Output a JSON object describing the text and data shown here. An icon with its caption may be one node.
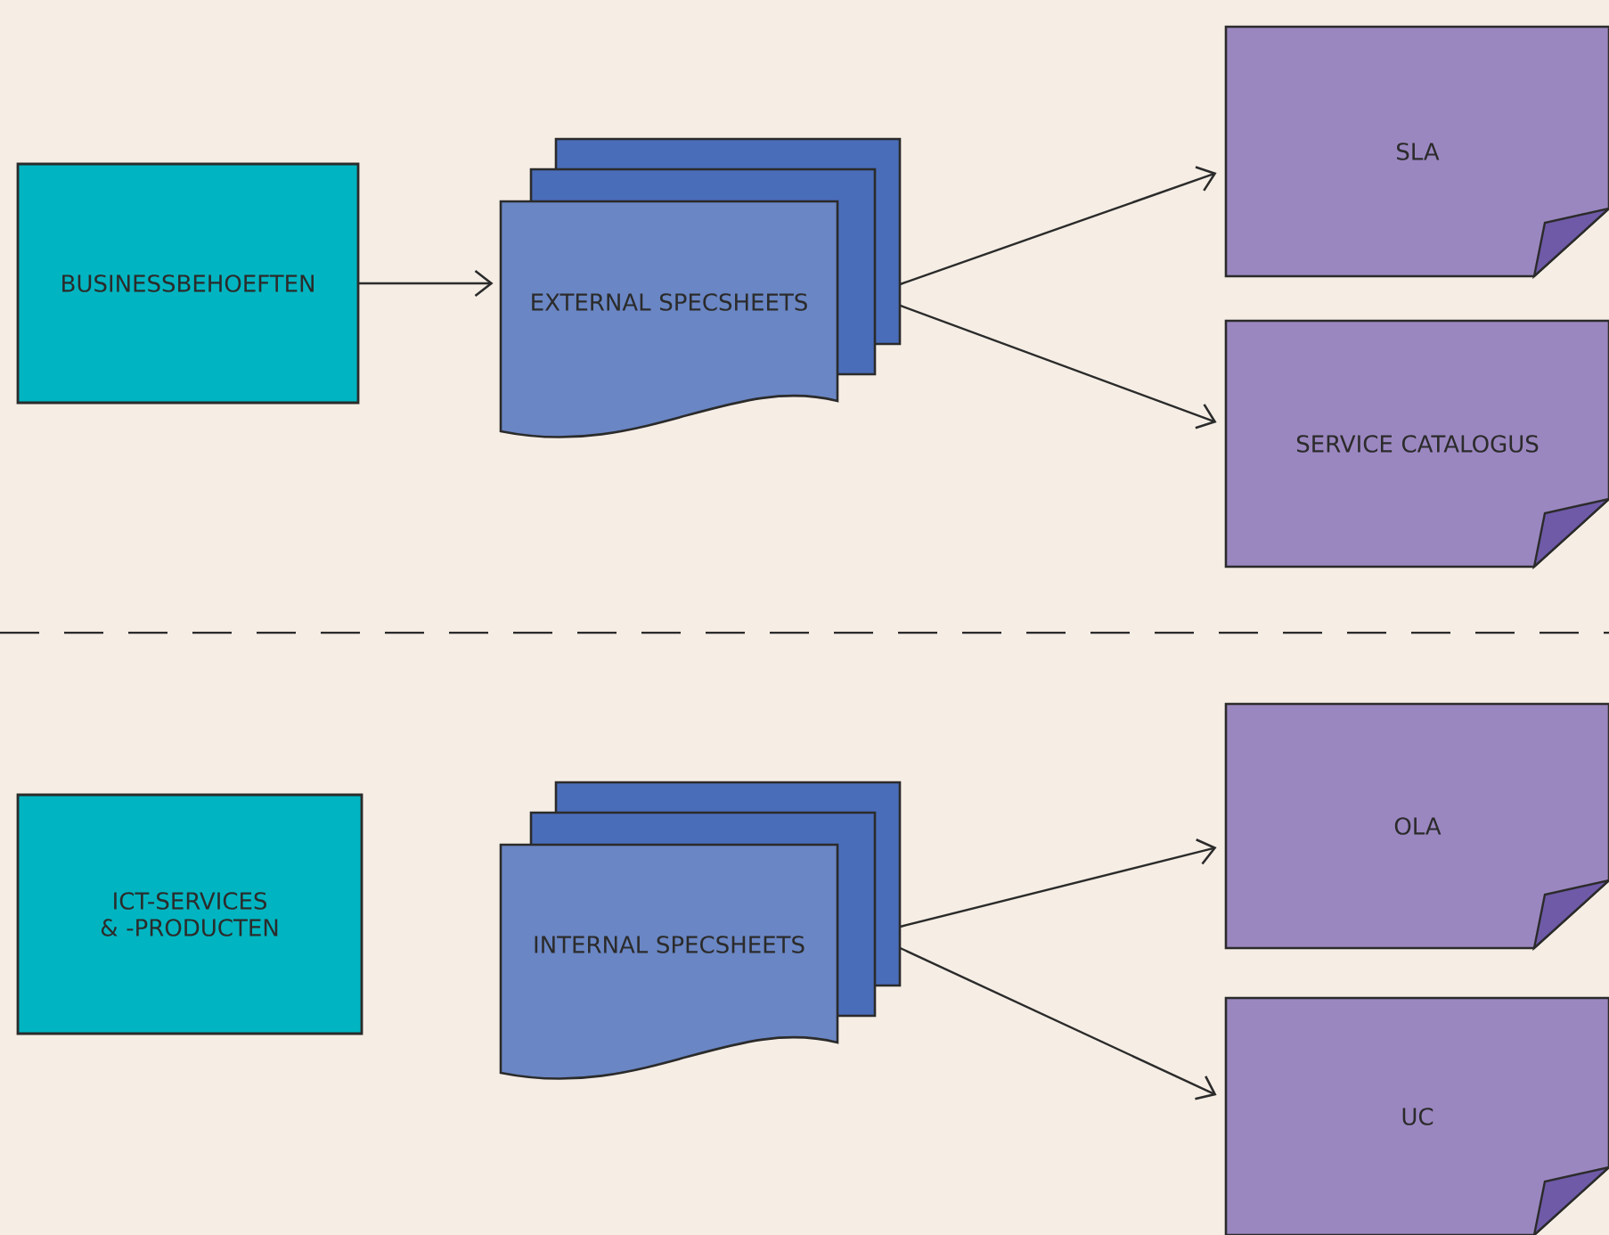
{
  "diagram": {
    "nodes": [
      {
        "text": [
          "BUSINESSBEHOEFTEN"
        ]
      },
      {
        "text": [
          "EXTERNAL SPECSHEETS"
        ]
      },
      {
        "text": [
          "SLA"
        ]
      },
      {
        "text": [
          "SERVICE CATALOGUS"
        ]
      },
      {
        "text": [
          "ICT-SERVICES & -PRODUCTEN"
        ]
      },
      {
        "text": [
          "INTERNAL SPECSHEETS"
        ]
      },
      {
        "text": [
          "OLA"
        ]
      },
      {
        "text": [
          "UC"
        ]
      }
    ],
    "edges": [
      {
        "from": 0,
        "to": 1,
        "arrow": "to"
      },
      {
        "from": 1,
        "to": 2,
        "arrow": "to"
      },
      {
        "from": 1,
        "to": 3,
        "arrow": "to"
      },
      {
        "from": 5,
        "to": 6,
        "arrow": "to"
      },
      {
        "from": 5,
        "to": 7,
        "arrow": "to"
      }
    ]
  }
}
